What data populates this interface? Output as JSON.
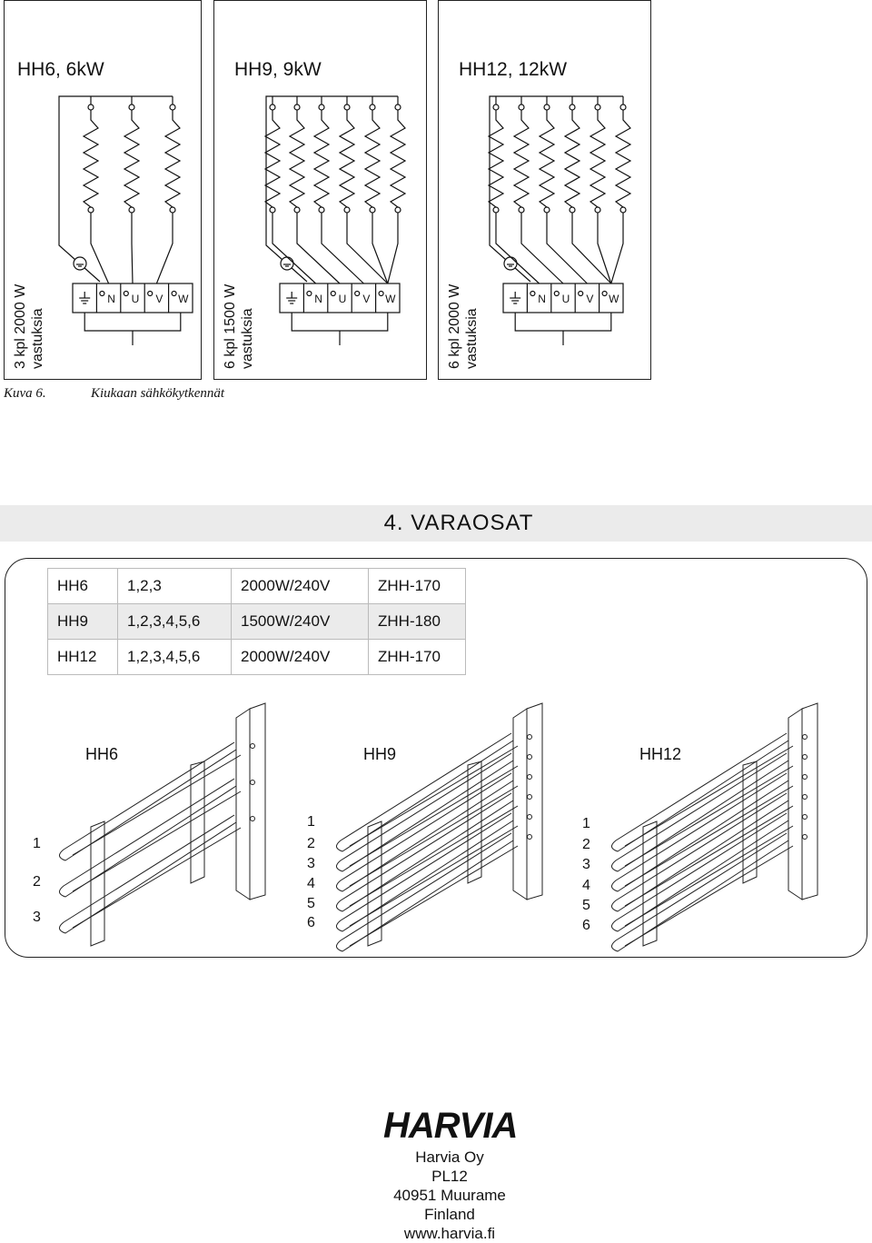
{
  "wiring": {
    "panels": [
      {
        "title": "HH6, 6kW",
        "side_line1": "3 kpl 2000 W",
        "side_line2": "vastuksia"
      },
      {
        "title": "HH9, 9kW",
        "side_line1": "6 kpl 1500 W",
        "side_line2": "vastuksia"
      },
      {
        "title": "HH12, 12kW",
        "side_line1": "6 kpl 2000 W",
        "side_line2": "vastuksia"
      }
    ],
    "terminal_labels": [
      "N",
      "U",
      "V",
      "W"
    ]
  },
  "figure": {
    "number": "Kuva 6.",
    "caption": "Kiukaan sähkökytkennät"
  },
  "section": {
    "title": "4. VARAOSAT"
  },
  "parts_table": {
    "rows": [
      [
        "HH6",
        "1,2,3",
        "2000W/240V",
        "ZHH-170"
      ],
      [
        "HH9",
        "1,2,3,4,5,6",
        "1500W/240V",
        "ZHH-180"
      ],
      [
        "HH12",
        "1,2,3,4,5,6",
        "2000W/240V",
        "ZHH-170"
      ]
    ]
  },
  "element_drawings": {
    "labels": [
      "HH6",
      "HH9",
      "HH12"
    ],
    "hh6_numbers": [
      "1",
      "2",
      "3"
    ],
    "hh9_numbers": [
      "1",
      "2",
      "3",
      "4",
      "5",
      "6"
    ],
    "hh12_numbers": [
      "1",
      "2",
      "3",
      "4",
      "5",
      "6"
    ]
  },
  "footer": {
    "logo": "HARVIA",
    "company": "Harvia Oy",
    "box": "PL12",
    "city": "40951 Muurame",
    "country": "Finland",
    "web": "www.harvia.fi"
  }
}
